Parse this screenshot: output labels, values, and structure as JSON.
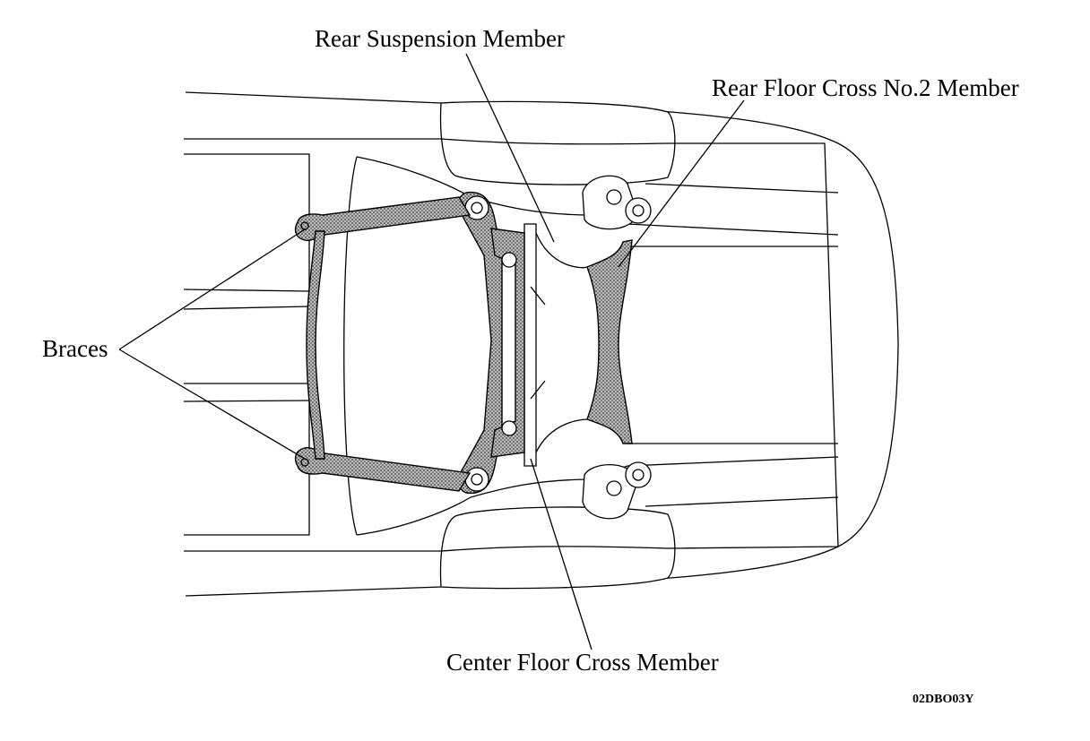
{
  "diagram": {
    "labels": {
      "rear_suspension_member": "Rear Suspension Member",
      "rear_floor_cross_no2_member": "Rear Floor Cross No.2 Member",
      "braces": "Braces",
      "center_floor_cross_member": "Center Floor Cross Member"
    },
    "figure_code": "02DBO03Y"
  }
}
